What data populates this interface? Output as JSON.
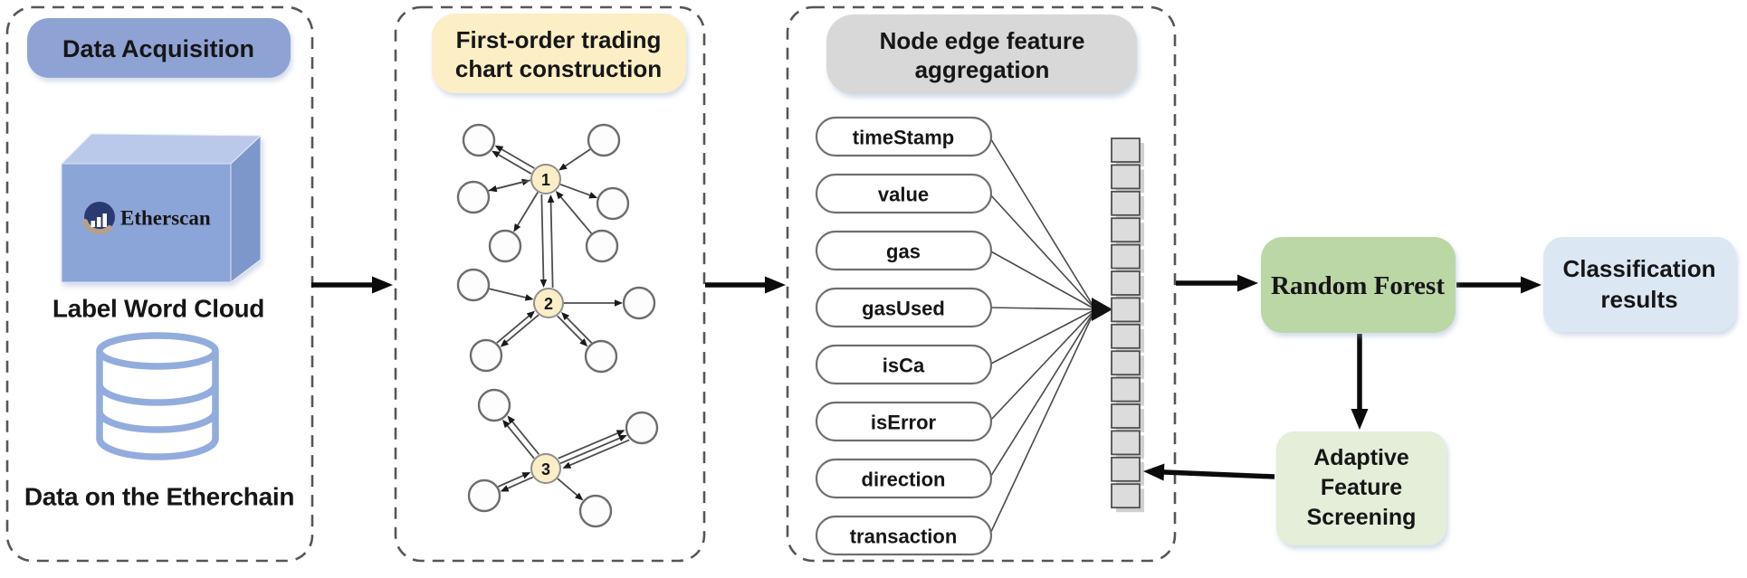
{
  "colors": {
    "panel_border": "#565656",
    "header_data_acquisition": "#8fa2d4",
    "header_first_order": "#fceec5",
    "header_aggregation": "#d8d8d8",
    "graph_node_fill": "#fbeec6",
    "feature_pill_fill": "#ffffff",
    "vector_cell_fill": "#dcdcdc",
    "random_forest_fill": "#bad7a5",
    "classification_results_fill": "#dbe7f3",
    "adaptive_screening_fill": "#e4eed8",
    "arrow": "#0b0b0b",
    "cube_front": "#8ca5d8",
    "cube_top": "#bac8ea",
    "cube_side": "#7e97cb",
    "database_icon": "#92acde",
    "logo_navy": "#2b3b72",
    "logo_tan": "#b3a28a"
  },
  "panels": [
    {
      "title": "Data Acquisition",
      "logo_text": "Etherscan",
      "captions": [
        "Label Word Cloud",
        "Data on the Etherchain"
      ]
    },
    {
      "title_line1": "First-order trading",
      "title_line2": "chart construction",
      "node_labels": [
        "1",
        "2",
        "3"
      ]
    },
    {
      "title_line1": "Node edge feature",
      "title_line2": "aggregation",
      "features": [
        "timeStamp",
        "value",
        "gas",
        "gasUsed",
        "isCa",
        "isError",
        "direction",
        "transaction"
      ],
      "vector_cells": 14
    }
  ],
  "boxes": {
    "random_forest": {
      "label": "Random Forest"
    },
    "classification_results": {
      "line1": "Classification",
      "line2": "results"
    },
    "adaptive_feature_screening": {
      "line1": "Adaptive",
      "line2": "Feature",
      "line3": "Screening"
    }
  }
}
